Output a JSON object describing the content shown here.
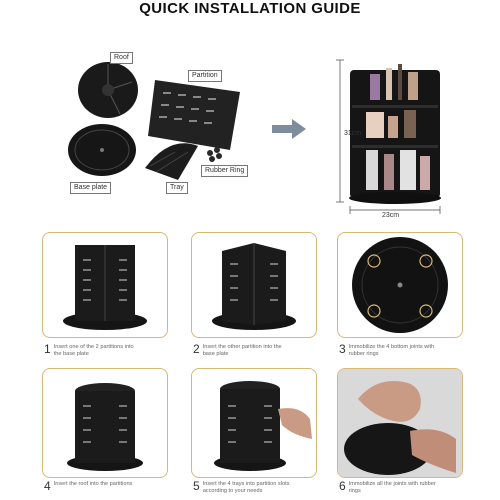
{
  "title": "QUICK INSTALLATION GUIDE",
  "parts_labels": {
    "roof": "Roof",
    "partition": "Partition",
    "base_plate": "Base plate",
    "tray": "Tray",
    "rubber_ring": "Rubber Ring"
  },
  "dimensions": {
    "height": "31cm",
    "width": "23cm"
  },
  "steps": [
    {
      "num": "1",
      "text": "Insert one of the 2 partitions into the base plate"
    },
    {
      "num": "2",
      "text": "Insert the other partition into the base plate"
    },
    {
      "num": "3",
      "text": "Immobilize the 4 bottom joints with rubber rings"
    },
    {
      "num": "4",
      "text": "Insert the roof into the partitions"
    },
    {
      "num": "5",
      "text": "Insert the 4 trays into partition slots according to your needs"
    },
    {
      "num": "6",
      "text": "Immobilize all the joints with rubber rings"
    }
  ],
  "colors": {
    "panel_border": "#d6b878",
    "product": "#151515",
    "arrow": "#7e8d9c"
  },
  "icons": [
    "arrow-right-icon"
  ]
}
